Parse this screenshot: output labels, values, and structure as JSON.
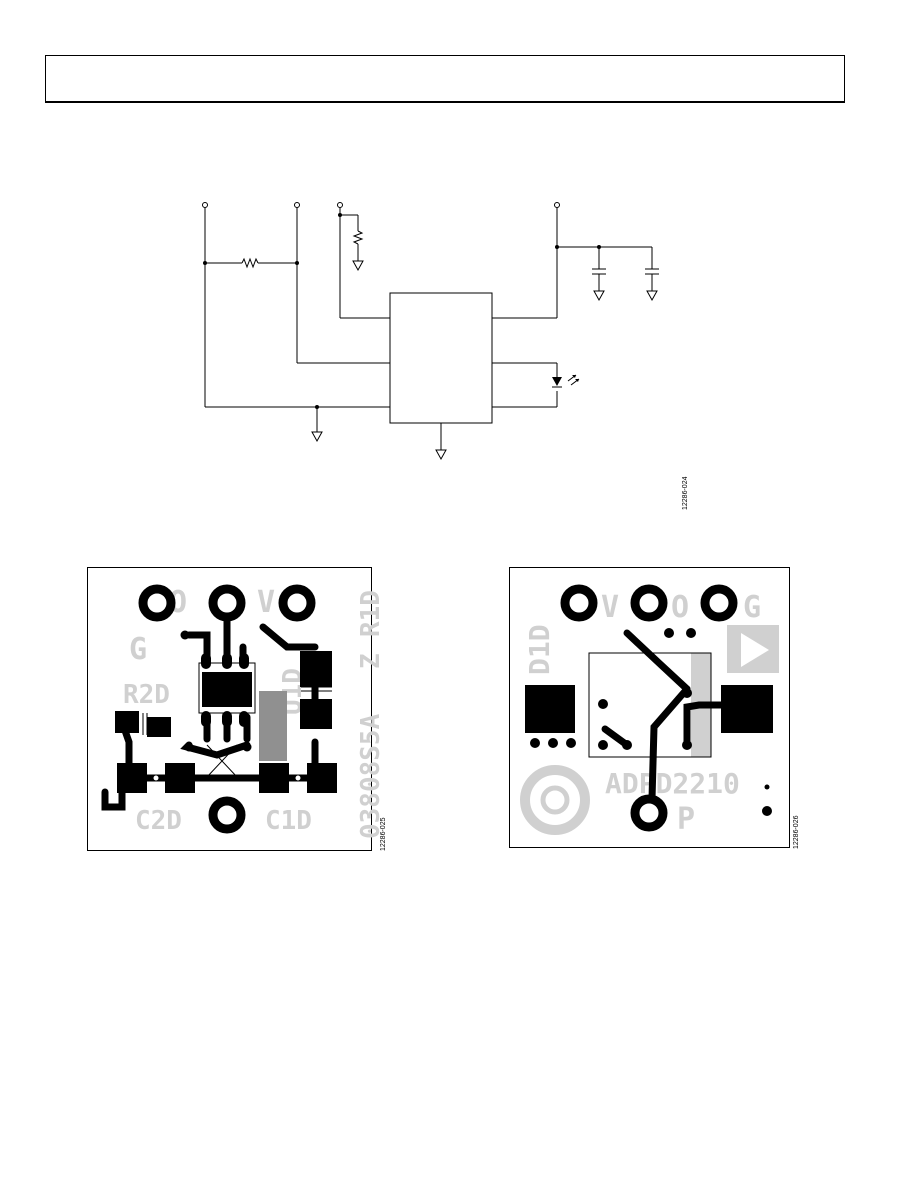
{
  "figures": {
    "schematic": {
      "figure_id": "12286-024"
    },
    "pcb_top": {
      "figure_id": "12286-025",
      "silkscreen": {
        "g": "G",
        "o": "O",
        "v": "V",
        "r1d": "R1D",
        "r2d": "R2D",
        "u1d": "U1D",
        "z": "Z",
        "board_number": "03808S5A",
        "c2d": "C2D",
        "c1d": "C1D"
      }
    },
    "pcb_bottom": {
      "figure_id": "12286-026",
      "silkscreen": {
        "d1d": "D1D",
        "v": "V",
        "o": "O",
        "g": "G",
        "part": "ADPD2210",
        "p": "P"
      }
    }
  }
}
